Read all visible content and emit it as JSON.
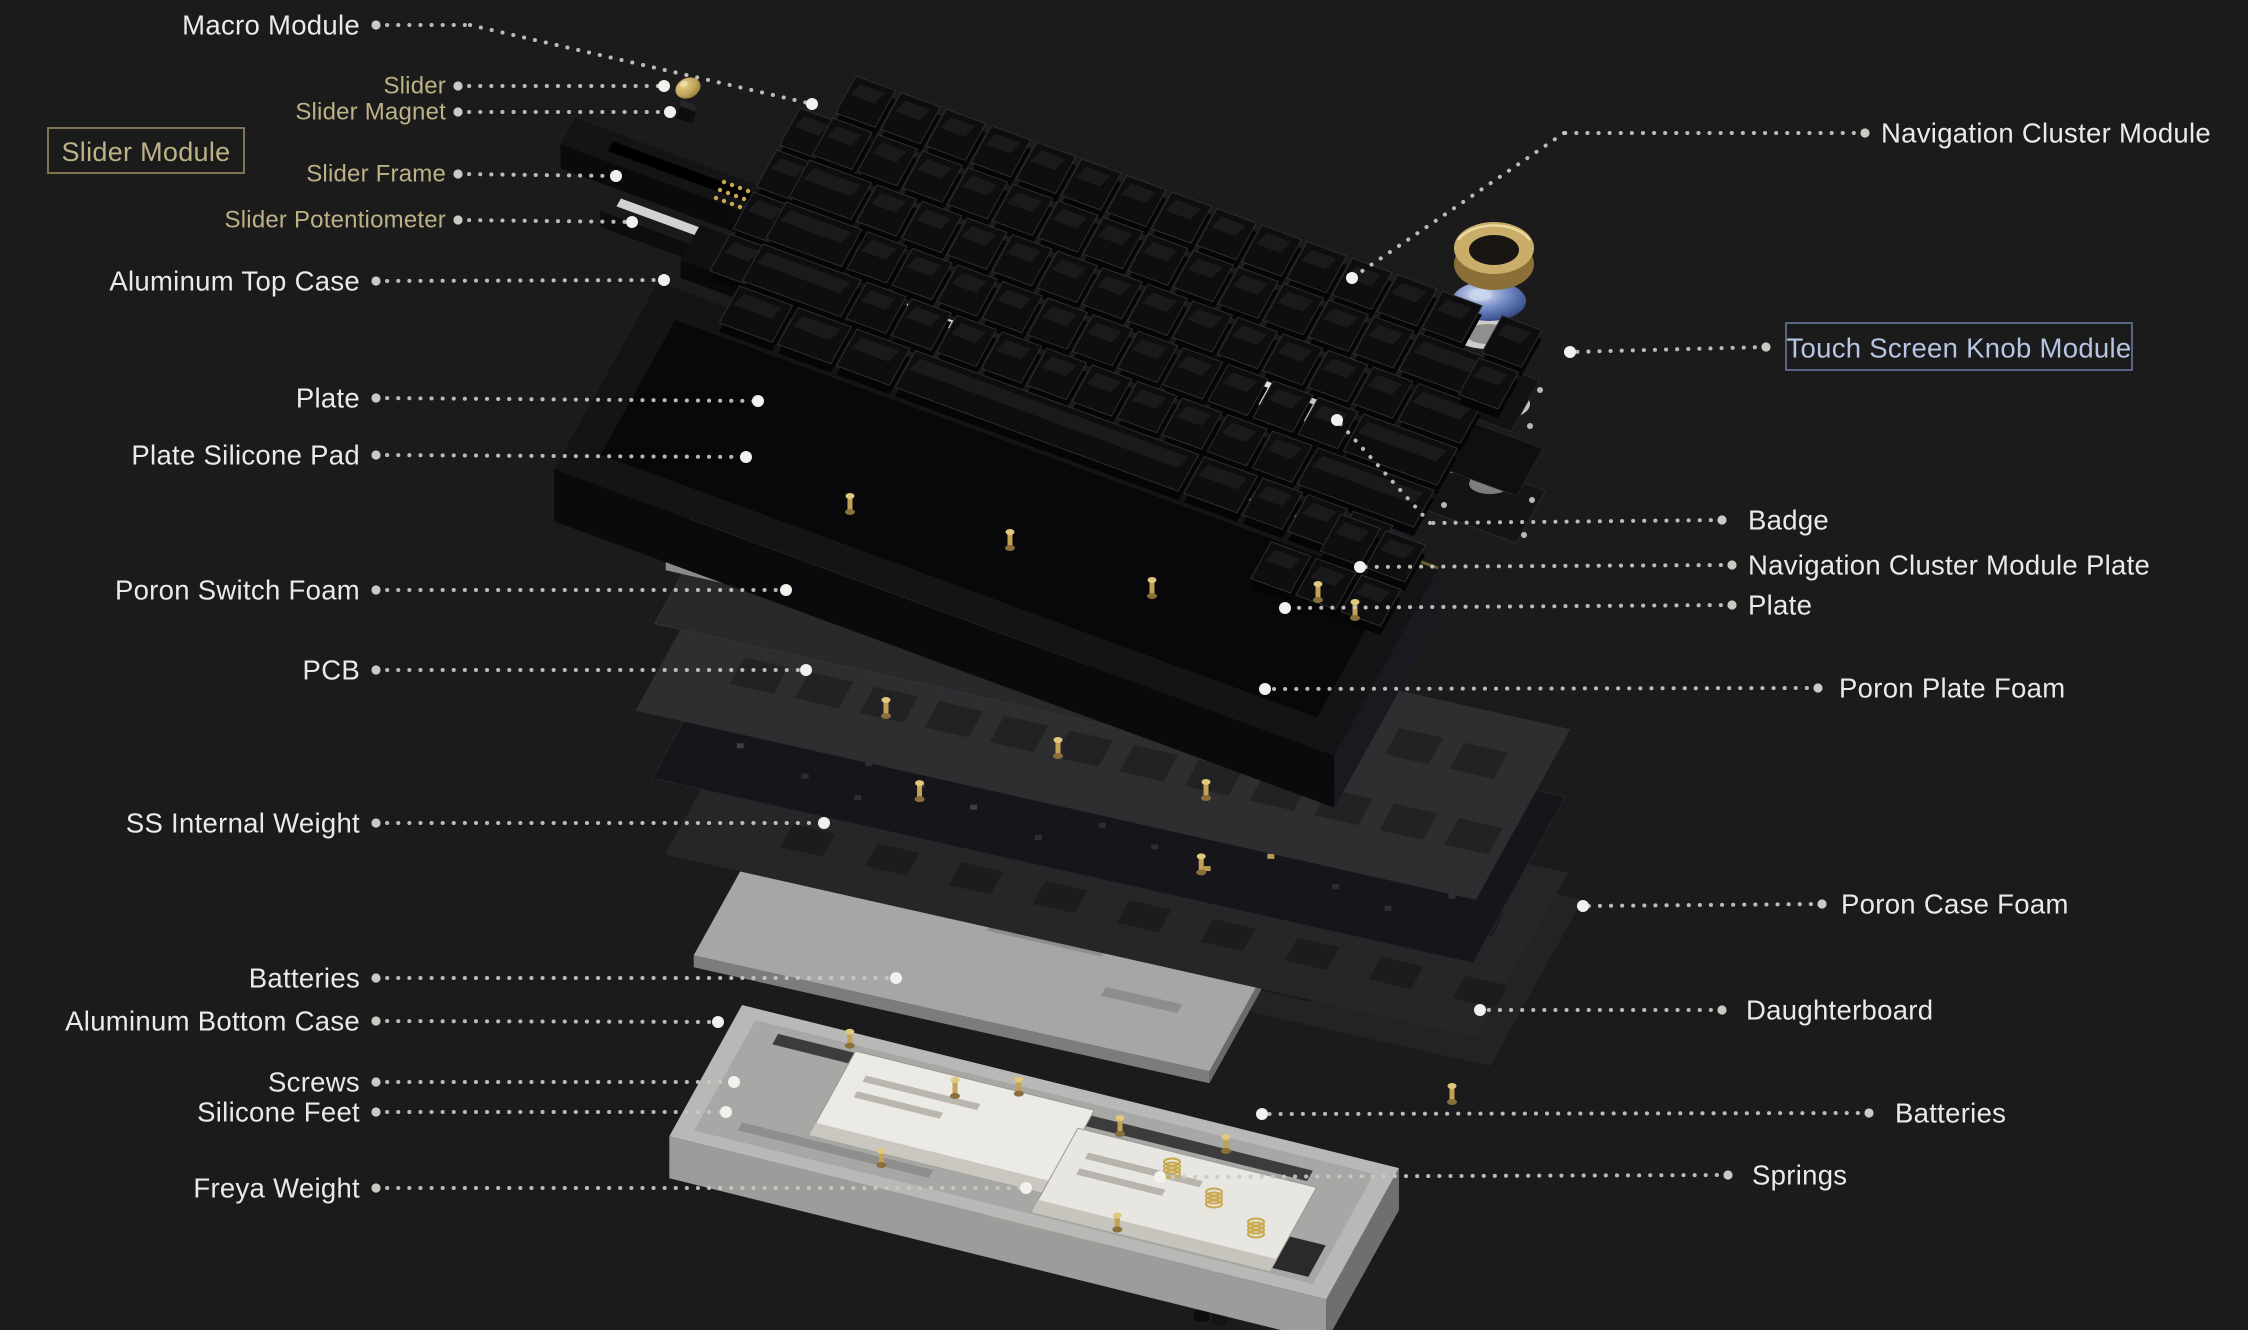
{
  "title": "Keyboard exploded view diagram",
  "colors": {
    "background": "#1b1b1c",
    "label_text": "#eceae6",
    "gold_accent": "#bdb186",
    "gold_border": "#8a7f58",
    "blue_accent": "#b6c5e4",
    "blue_border": "#5f6e8e",
    "leader_dot": "#cbc9c4",
    "gold_part": "#c2a45c",
    "silver_part": "#b9b9b9"
  },
  "callouts": {
    "left": [
      {
        "label": "Macro Module"
      },
      {
        "label": "Slider"
      },
      {
        "label": "Slider Magnet"
      },
      {
        "label": "Slider Frame"
      },
      {
        "label": "Slider Potentiometer"
      },
      {
        "label": "Aluminum Top Case"
      },
      {
        "label": "Plate"
      },
      {
        "label": "Plate Silicone Pad"
      },
      {
        "label": "Poron Switch Foam"
      },
      {
        "label": "PCB"
      },
      {
        "label": "SS Internal Weight"
      },
      {
        "label": "Batteries"
      },
      {
        "label": "Aluminum Bottom Case"
      },
      {
        "label": "Screws"
      },
      {
        "label": "Silicone Feet"
      },
      {
        "label": "Freya Weight"
      }
    ],
    "right": [
      {
        "label": "Navigation Cluster Module"
      },
      {
        "label": "Badge"
      },
      {
        "label": "Navigation Cluster Module Plate"
      },
      {
        "label": "Plate"
      },
      {
        "label": "Poron Plate Foam"
      },
      {
        "label": "Poron Case Foam"
      },
      {
        "label": "Daughterboard"
      },
      {
        "label": "Batteries"
      },
      {
        "label": "Springs"
      }
    ],
    "boxed": [
      {
        "label": "Slider Module",
        "color": "gold"
      },
      {
        "label": "Touch Screen Knob Module",
        "color": "blue"
      }
    ]
  }
}
